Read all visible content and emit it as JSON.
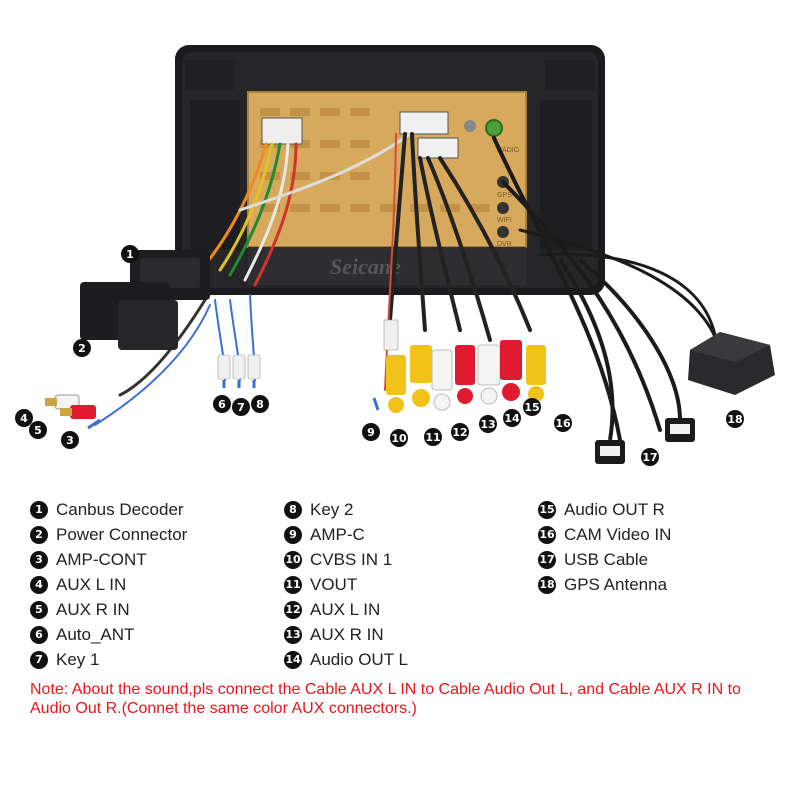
{
  "diagram": {
    "brand_watermark": "Seicane",
    "unit_labels": {
      "radio": "RADIO",
      "port1": "GPS",
      "port2": "WIFI",
      "port3": "DVR"
    },
    "callouts": [
      "1",
      "2",
      "3",
      "4",
      "5",
      "6",
      "7",
      "8",
      "9",
      "10",
      "11",
      "12",
      "13",
      "14",
      "15",
      "16",
      "17",
      "18"
    ]
  },
  "legend": {
    "columns": [
      [
        {
          "num": "1",
          "label": "Canbus Decoder"
        },
        {
          "num": "2",
          "label": "Power Connector"
        },
        {
          "num": "3",
          "label": "AMP-CONT"
        },
        {
          "num": "4",
          "label": "AUX L IN"
        },
        {
          "num": "5",
          "label": "AUX R IN"
        },
        {
          "num": "6",
          "label": "Auto_ANT"
        },
        {
          "num": "7",
          "label": "Key 1"
        }
      ],
      [
        {
          "num": "8",
          "label": "Key 2"
        },
        {
          "num": "9",
          "label": "AMP-C"
        },
        {
          "num": "10",
          "label": "CVBS IN 1"
        },
        {
          "num": "11",
          "label": "VOUT"
        },
        {
          "num": "12",
          "label": "AUX L IN"
        },
        {
          "num": "13",
          "label": "AUX R IN"
        },
        {
          "num": "14",
          "label": "Audio OUT L"
        }
      ],
      [
        {
          "num": "15",
          "label": "Audio OUT R"
        },
        {
          "num": "16",
          "label": "CAM Video IN"
        },
        {
          "num": "17",
          "label": "USB Cable"
        },
        {
          "num": "18",
          "label": "GPS Antenna"
        }
      ]
    ]
  },
  "note": {
    "text": "Note: About the sound,pls connect the Cable AUX L IN to Cable Audio Out L, and Cable AUX R IN to  Audio Out R.(Connet the same color AUX connectors.)"
  },
  "colors": {
    "note": "#e8161b",
    "board": "#d7a95c",
    "frame": "#1b1b1d",
    "rca_red": "#e01b2f",
    "rca_yellow": "#f2c218",
    "rca_white": "#f4f4f4"
  }
}
